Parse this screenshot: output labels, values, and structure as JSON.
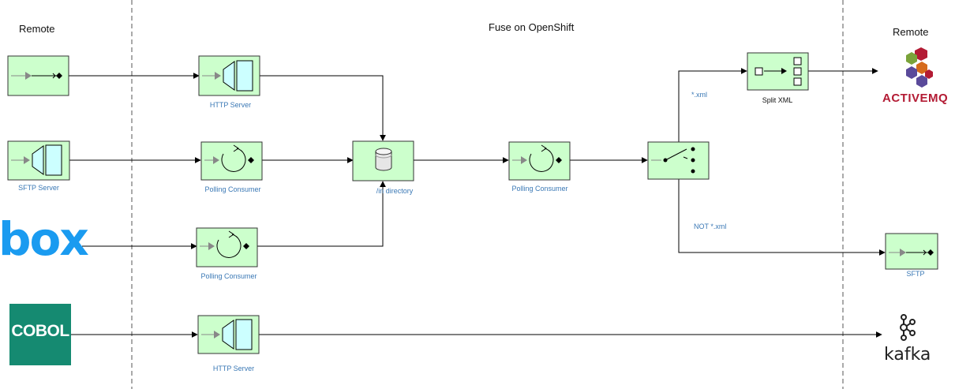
{
  "headers": {
    "remote_left": "Remote",
    "center": "Fuse on OpenShift",
    "remote_right": "Remote"
  },
  "labels": {
    "http_server_1": "HTTP Server",
    "sftp_server": "SFTP Server",
    "polling_consumer_1": "Polling Consumer",
    "in_directory": "/in directory",
    "polling_consumer_2": "Polling Consumer",
    "polling_consumer_3": "Polling Consumer",
    "http_server_2": "HTTP Server",
    "split_xml": "Split XML",
    "xml_branch": "*.xml",
    "not_xml_branch": "NOT *.xml",
    "sftp": "SFTP"
  },
  "logos": {
    "box": "box",
    "cobol": "COBOL",
    "activemq": "ACTIVEMQ",
    "kafka": "kafka"
  },
  "colors": {
    "node_fill": "#ccffcc",
    "label_blue": "#3a78b5",
    "box_logo": "#1a9bf0",
    "cobol_bg": "#158a71",
    "activemq_text": "#b31b34"
  }
}
